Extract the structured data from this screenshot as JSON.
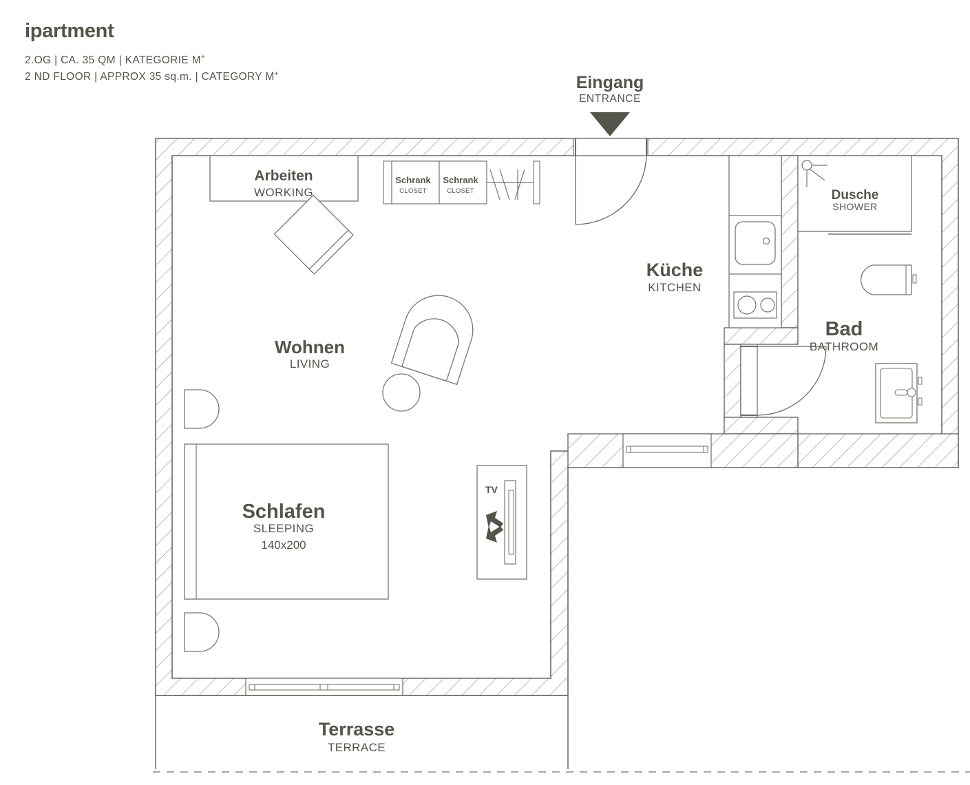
{
  "header": {
    "brand": "ipartment",
    "meta_de": "2.OG | CA. 35 QM | KATEGORIE M",
    "meta_de_sup": "+",
    "meta_en": "2 ND FLOOR | APPROX 35 sq.m. | CATEGORY M",
    "meta_en_sup": "+"
  },
  "entrance": {
    "label_de": "Eingang",
    "label_en": "ENTRANCE",
    "marker": "down-triangle-arrow"
  },
  "rooms": [
    {
      "key": "working",
      "de": "Arbeiten",
      "en": "WORKING",
      "de_size": 21,
      "en_size": 17
    },
    {
      "key": "living",
      "de": "Wohnen",
      "en": "LIVING",
      "de_size": 26,
      "en_size": 17
    },
    {
      "key": "sleeping",
      "de": "Schlafen",
      "en": "SLEEPING",
      "de_size": 29,
      "en_size": 17,
      "dimension": "140x200"
    },
    {
      "key": "kitchen",
      "de": "Küche",
      "en": "KITCHEN",
      "de_size": 27,
      "en_size": 17
    },
    {
      "key": "bathroom",
      "de": "Bad",
      "en": "BATHROOM",
      "de_size": 29,
      "en_size": 17
    },
    {
      "key": "shower",
      "de": "Dusche",
      "en": "SHOWER",
      "de_size": 19,
      "en_size": 14
    },
    {
      "key": "terrace",
      "de": "Terrasse",
      "en": "TERRACE",
      "de_size": 27,
      "en_size": 17
    }
  ],
  "closets": [
    {
      "de": "Schrank",
      "en": "CLOSET"
    },
    {
      "de": "Schrank",
      "en": "CLOSET"
    }
  ],
  "fixtures": {
    "tv_label": "TV"
  },
  "colors": {
    "text": "#55544b",
    "wall_outline": "#6b6a62",
    "wall_hatch": "#8c8b82",
    "furniture_outline": "#77766d",
    "arrow": "#55544b",
    "terrace_dash": "#8c8b82"
  }
}
